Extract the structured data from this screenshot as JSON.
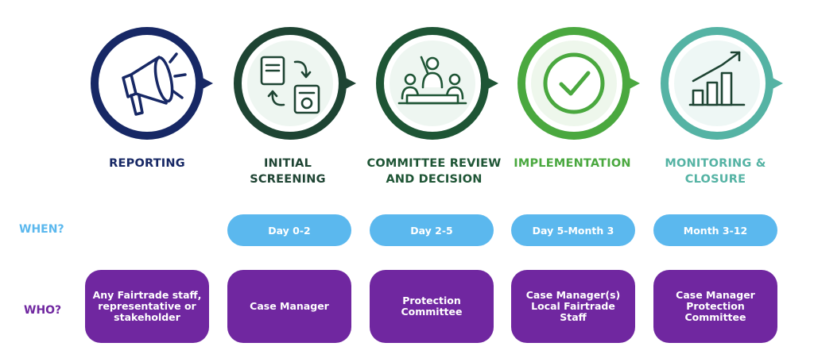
{
  "colors": {
    "reporting": "#172865",
    "screening": "#1e4433",
    "committee": "#1e5535",
    "implementation": "#4aa83f",
    "monitoring": "#55b3a4",
    "when_accent": "#5bb8ee",
    "who_accent": "#7027a0"
  },
  "steps": [
    {
      "title": "REPORTING",
      "icon": "megaphone-icon"
    },
    {
      "title": "INITIAL\nSCREENING",
      "icon": "document-exchange-icon"
    },
    {
      "title": "COMMITTEE REVIEW\nAND DECISION",
      "icon": "meeting-icon"
    },
    {
      "title": "IMPLEMENTATION",
      "icon": "checkmark-icon"
    },
    {
      "title": "MONITORING &\nCLOSURE",
      "icon": "growth-chart-icon"
    }
  ],
  "when": {
    "label": "WHEN?",
    "items": [
      "Day 0-2",
      "Day 2-5",
      "Day 5-Month 3",
      "Month 3-12"
    ]
  },
  "who": {
    "label": "WHO?",
    "items": [
      "Any Fairtrade staff,\nrepresentative or\nstakeholder",
      "Case Manager",
      "Protection\nCommittee",
      "Case Manager(s)\nLocal Fairtrade\nStaff",
      "Case Manager\nProtection\nCommittee"
    ]
  }
}
